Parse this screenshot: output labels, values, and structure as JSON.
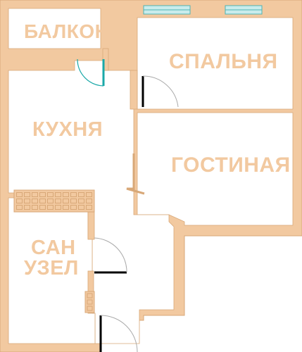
{
  "colors": {
    "wall": "#f2c9a0",
    "wall_edge": "#d8a878",
    "floor": "#ffffff",
    "door": "#000000",
    "door_arc": "#aaaaaa",
    "balcony_door": "#1aa8a8",
    "window": "#c9ecec",
    "window_frame": "#4fb3b3",
    "label": "#f2c9a0"
  },
  "rooms": {
    "balcony": "БАЛКОН",
    "bedroom": "СПАЛЬНЯ",
    "kitchen": "КУХНЯ",
    "living": "ГОСТИНАЯ",
    "bathroom_line1": "САН",
    "bathroom_line2": "УЗЕЛ"
  }
}
